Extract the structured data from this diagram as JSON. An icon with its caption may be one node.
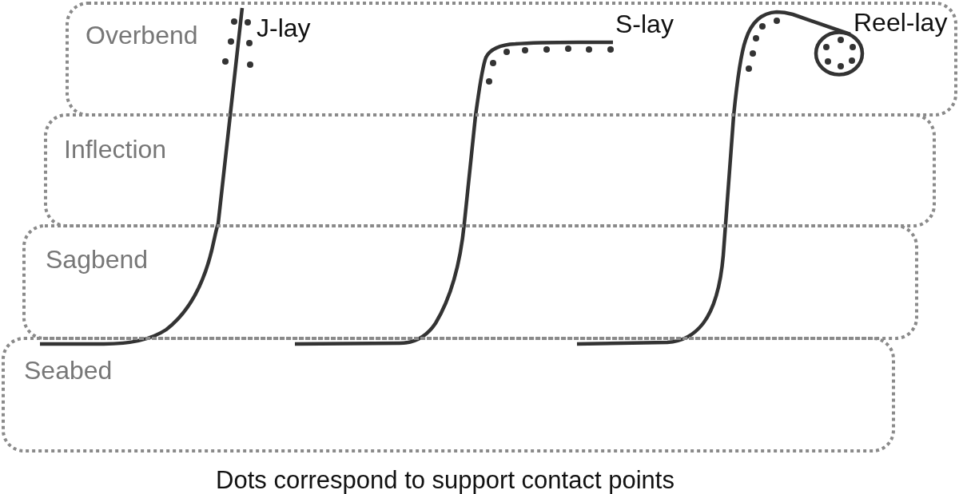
{
  "diagram": {
    "caption": "Dots correspond to support contact points",
    "nodes": [
      {
        "text": [
          "Overbend"
        ]
      },
      {
        "text": [
          "Inflection"
        ]
      },
      {
        "text": [
          "Sagbend"
        ]
      },
      {
        "text": [
          "Seabed"
        ]
      }
    ],
    "labels": [
      "J-lay",
      "S-lay",
      "Reel-lay"
    ]
  }
}
